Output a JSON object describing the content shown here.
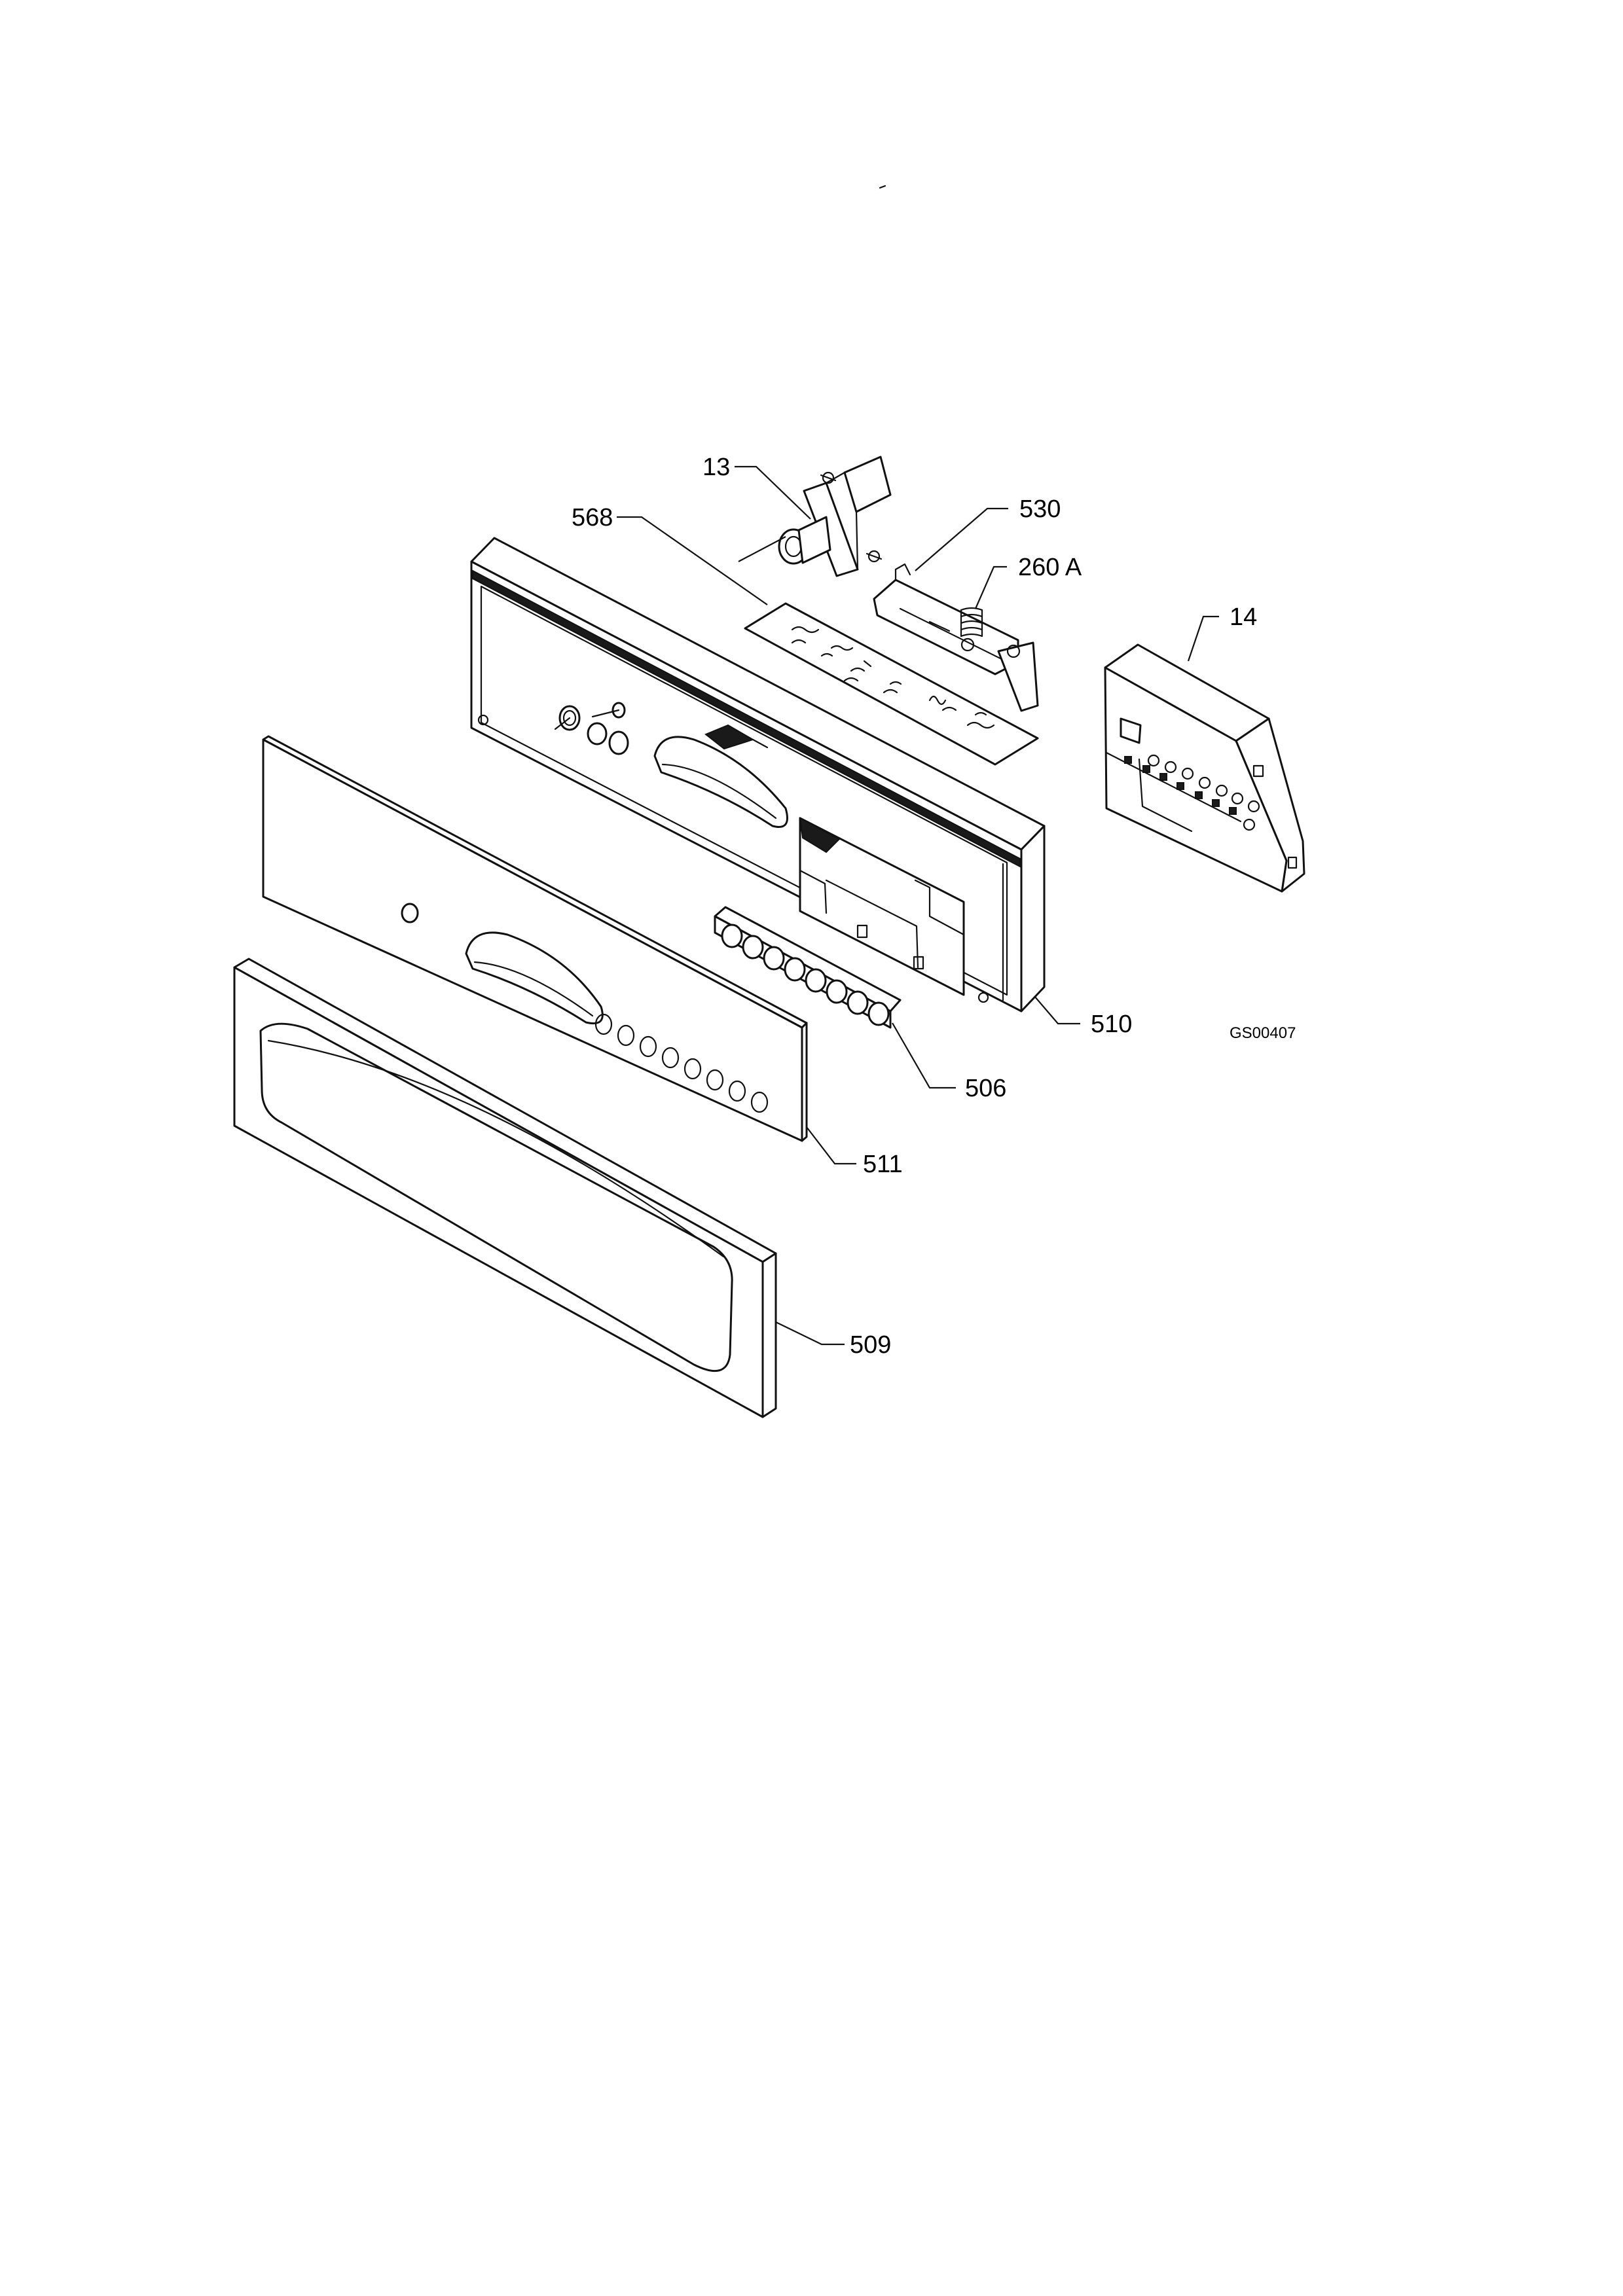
{
  "callouts": {
    "c13": "13",
    "c568": "568",
    "c530": "530",
    "c260a": "260 A",
    "c14": "14",
    "c510": "510",
    "c506": "506",
    "c511": "511",
    "c509": "509"
  },
  "drawing_code": "GS00407"
}
